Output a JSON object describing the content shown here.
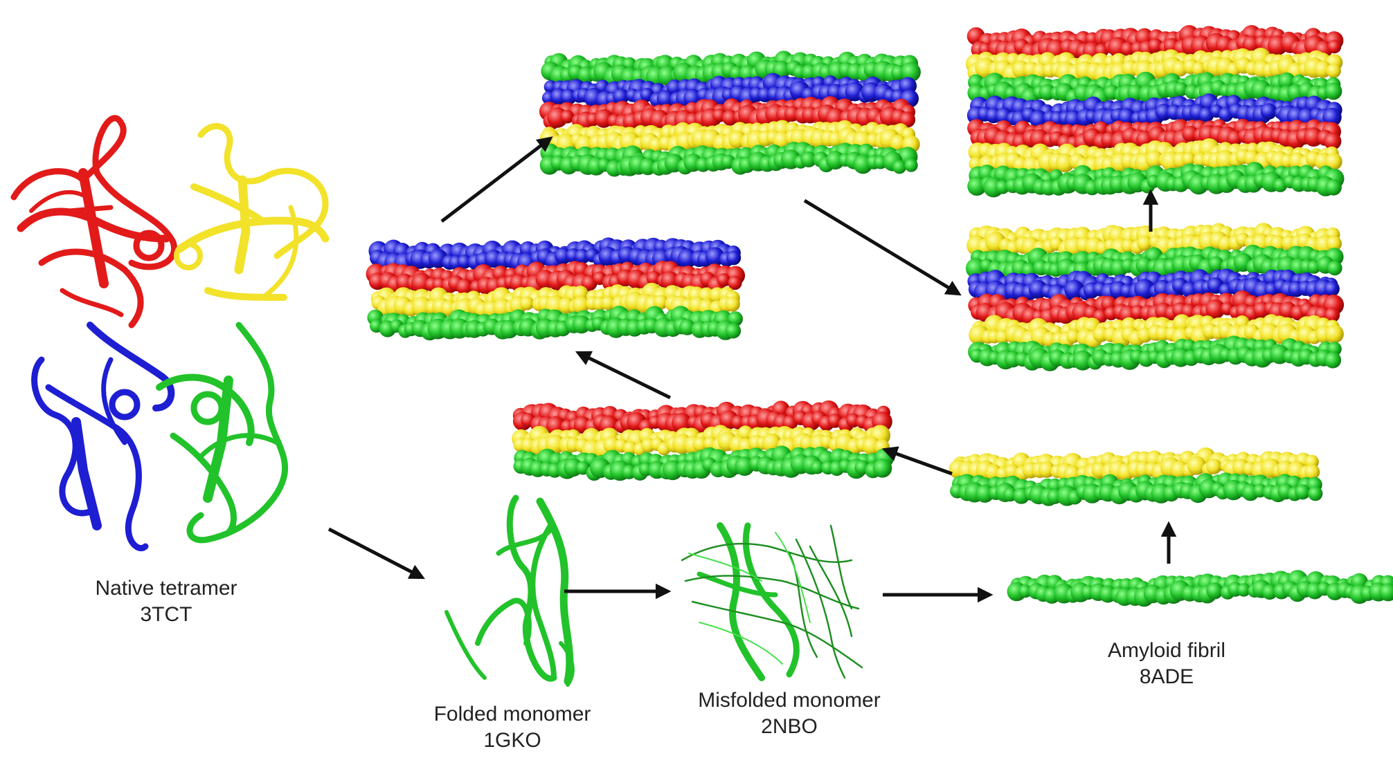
{
  "structures": [
    {
      "name": "Native tetramer",
      "pdb": "3TCT"
    },
    {
      "name": "Folded monomer",
      "pdb": "1GKO"
    },
    {
      "name": "Misfolded monomer",
      "pdb": "2NBO"
    },
    {
      "name": "Amyloid fibril",
      "pdb": "8ADE"
    }
  ],
  "colors": {
    "green": "#22c22a",
    "yellow": "#f2e22a",
    "red": "#e21a1a",
    "blue": "#1e1ed2",
    "arrow": "#111111"
  },
  "assemblies": [
    {
      "id": "monomer-fibril",
      "layers": [
        "green"
      ]
    },
    {
      "id": "dimer",
      "layers": [
        "yellow",
        "green"
      ]
    },
    {
      "id": "trimer",
      "layers": [
        "red",
        "yellow",
        "green"
      ]
    },
    {
      "id": "tetramer",
      "layers": [
        "blue",
        "red",
        "yellow",
        "green"
      ]
    },
    {
      "id": "pentamer",
      "layers": [
        "green",
        "blue",
        "red",
        "yellow",
        "green"
      ]
    },
    {
      "id": "hexamer",
      "layers": [
        "yellow",
        "green",
        "blue",
        "red",
        "yellow",
        "green"
      ]
    },
    {
      "id": "octamer",
      "layers": [
        "red",
        "yellow",
        "green",
        "blue",
        "red",
        "yellow",
        "green"
      ]
    }
  ]
}
